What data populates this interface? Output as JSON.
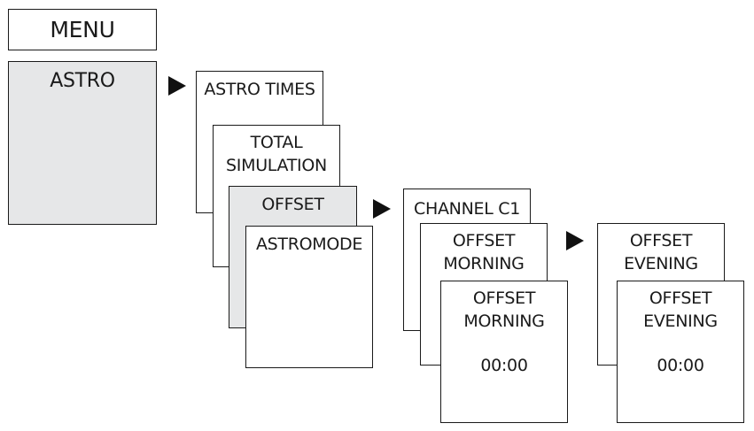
{
  "menu": {
    "title": "MENU"
  },
  "astro": {
    "label": "ASTRO"
  },
  "level1": {
    "astro_times": "ASTRO TIMES",
    "total_simulation": "TOTAL\nSIMULATION",
    "offset": "OFFSET",
    "astromode": "ASTROMODE"
  },
  "level2": {
    "channel": "CHANNEL C1",
    "offset_morning_tab": "OFFSET\nMORNING",
    "offset_morning_title": "OFFSET\nMORNING",
    "offset_morning_value": "00:00"
  },
  "level3": {
    "offset_evening_tab": "OFFSET\nEVENING",
    "offset_evening_title": "OFFSET\nEVENING",
    "offset_evening_value": "00:00"
  },
  "colors": {
    "line": "#1a1a1a",
    "highlight": "#e6e7e8",
    "arrow": "#111111"
  },
  "icons": [
    "arrow-right-icon",
    "arrow-right-icon",
    "arrow-right-icon"
  ]
}
